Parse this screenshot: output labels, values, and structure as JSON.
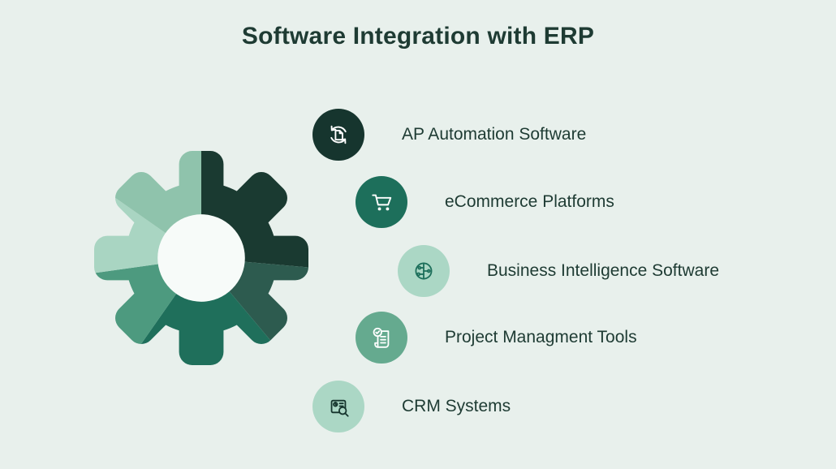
{
  "title": "Software Integration with ERP",
  "items": [
    {
      "label": "AP Automation Software",
      "icon": "document-sync-icon",
      "circle_color": "#16352e",
      "icon_color": "#ffffff"
    },
    {
      "label": "eCommerce Platforms",
      "icon": "shopping-cart-icon",
      "circle_color": "#1d6f5b",
      "icon_color": "#ffffff"
    },
    {
      "label": "Business Intelligence Software",
      "icon": "ai-brain-icon",
      "circle_color": "#abd7c5",
      "icon_color": "#1d6f5b"
    },
    {
      "label": "Project Managment Tools",
      "icon": "checklist-icon",
      "circle_color": "#65aa8f",
      "icon_color": "#ffffff"
    },
    {
      "label": "CRM Systems",
      "icon": "crm-search-icon",
      "circle_color": "#abd7c5",
      "icon_color": "#16352e"
    }
  ],
  "gear": {
    "segment_colors": [
      "#1a3a31",
      "#2d5b4f",
      "#1f6f5b",
      "#4d9a7f",
      "#a9d5c2",
      "#8fc3ac"
    ],
    "hole_color": "#f7fbf9"
  },
  "colors": {
    "background": "#e8f0ec",
    "text": "#1e3b33"
  }
}
